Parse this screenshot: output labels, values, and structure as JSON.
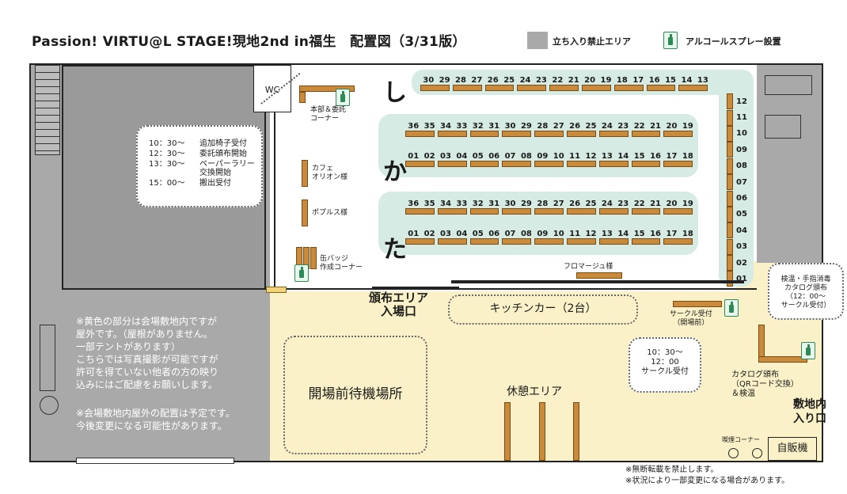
{
  "title": "Passion! VIRTU@L STAGE!現地2nd in福生　配置図（3/31版）",
  "legend": {
    "restricted_label": "立ち入り禁止エリア",
    "spray_label": "アルコールスプレー設置"
  },
  "colors": {
    "restricted": "#a9a9a9",
    "yellow_area": "#faf1c8",
    "row_highlight": "#d5ebe4",
    "table": "#c98a3b"
  },
  "rows": {
    "shi": {
      "label": "し",
      "numbers": [
        "30",
        "29",
        "28",
        "27",
        "26",
        "25",
        "24",
        "23",
        "22",
        "21",
        "20",
        "19",
        "18",
        "17",
        "16",
        "15",
        "14",
        "13"
      ]
    },
    "ka_top": {
      "label": "か",
      "numbers": [
        "36",
        "35",
        "34",
        "33",
        "32",
        "31",
        "30",
        "29",
        "28",
        "27",
        "26",
        "25",
        "24",
        "23",
        "22",
        "21",
        "20",
        "19"
      ]
    },
    "ka_bottom": {
      "numbers": [
        "01",
        "02",
        "03",
        "04",
        "05",
        "06",
        "07",
        "08",
        "09",
        "10",
        "11",
        "12",
        "13",
        "14",
        "15",
        "16",
        "17",
        "18"
      ]
    },
    "ta_top": {
      "label": "た",
      "numbers": [
        "36",
        "35",
        "34",
        "33",
        "32",
        "31",
        "30",
        "29",
        "28",
        "27",
        "26",
        "25",
        "24",
        "23",
        "22",
        "21",
        "20",
        "19"
      ]
    },
    "ta_bottom": {
      "numbers": [
        "01",
        "02",
        "03",
        "04",
        "05",
        "06",
        "07",
        "08",
        "09",
        "10",
        "11",
        "12",
        "13",
        "14",
        "15",
        "16",
        "17",
        "18"
      ]
    },
    "shi_vertical": [
      "12",
      "11",
      "10",
      "09",
      "08",
      "07",
      "06",
      "05",
      "04",
      "03",
      "02",
      "01"
    ]
  },
  "labels": {
    "wc": "WC",
    "honbu": "本部＆委託\nコーナー",
    "cafe": "カフェ\nオリオン様",
    "popuru": "ポプルス様",
    "badge": "缶バッジ\n作成コーナー",
    "fromage": "フロマージュ様",
    "distribution_entrance": "頒布エリア\n入場口",
    "kitchen_car": "キッチンカー（2台）",
    "waiting_area": "開場前待機場所",
    "rest_area": "休憩エリア",
    "circle_reception": "サークル受付\n（開場前）",
    "catalog": "カタログ頒布\n（QRコード交換）\n＆検温",
    "site_entrance": "敷地内\n入り口",
    "vending": "自販機",
    "ashtray": "喫煙コーナー"
  },
  "schedule": [
    {
      "time": "10：30〜",
      "text": "追加椅子受付"
    },
    {
      "time": "12：30〜",
      "text": "委託頒布開始"
    },
    {
      "time": "13：30〜",
      "text": "ペーパーラリー\n交換開始"
    },
    {
      "time": "15：00〜",
      "text": "搬出受付"
    }
  ],
  "callout_circle": "10：30〜\n12：00\nサークル受付",
  "callout_check": "検温・手指消毒\nカタログ頒布\n（12：00〜\nサークル受付）",
  "notes": [
    "※黄色の部分は会場敷地内ですが\n屋外です。（屋根がありません。\n一部テントがあります）\nこちらでは写真撮影が可能ですが\n許可を得ていない他者の方の映り\n込みにはご配慮をお願いします。",
    "※会場敷地内屋外の配置は予定です。\n今後変更になる可能性があります。"
  ],
  "footer": [
    "※無断転載を禁止します。",
    "※状況により一部変更になる場合があります。"
  ]
}
